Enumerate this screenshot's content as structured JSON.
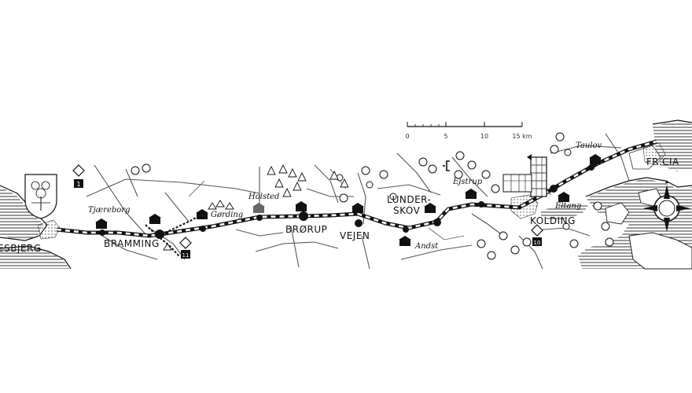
{
  "scale_bar": {
    "ticks": [
      "0",
      "5",
      "10",
      "15 km"
    ]
  },
  "towns": {
    "esbjerg": "ESBJERG",
    "bramming": "BRAMMING",
    "brorup": "BRØRUP",
    "vejen": "VEJEN",
    "lunderskov_1": "LUNDER-",
    "lunderskov_2": "SKOV",
    "kolding": "KOLDING",
    "fredericia": "FR.CIA"
  },
  "villages": {
    "tjaereborg": "Tjæreborg",
    "gording": "Gørding",
    "holsted": "Holsted",
    "andst": "Andst",
    "ejstrup": "Ejstrup",
    "eltang": "Eltang",
    "taulov": "Taulov"
  },
  "road_signs": {
    "sign_1": "1",
    "sign_11": "11",
    "sign_10": "10"
  },
  "colors": {
    "ink": "#111111",
    "water_hatch": "#333333",
    "road": "#555555",
    "background": "#ffffff"
  }
}
